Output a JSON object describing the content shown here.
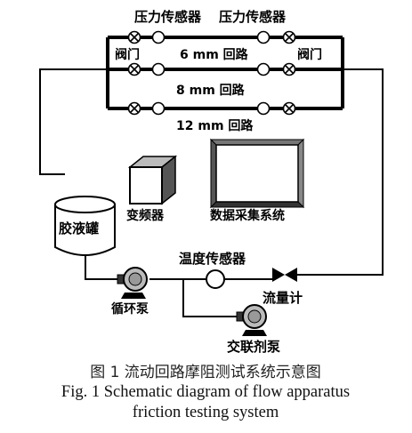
{
  "labels": {
    "pressure_sensor_left": "压力传感器",
    "pressure_sensor_right": "压力传感器",
    "valve_left": "阀门",
    "valve_right": "阀门",
    "loop_6mm": "6 mm 回路",
    "loop_8mm": "8 mm 回路",
    "loop_12mm": "12 mm 回路",
    "glue_tank": "胶液罐",
    "frequency_converter": "变频器",
    "data_acquisition": "数据采集系统",
    "temperature_sensor": "温度传感器",
    "circulation_pump": "循环泵",
    "flowmeter": "流量计",
    "crosslinker_pump": "交联剂泵"
  },
  "caption": {
    "cn": "图 1    流动回路摩阻测试系统示意图",
    "en_line1": "Fig. 1    Schematic diagram of flow apparatus",
    "en_line2": "friction testing system"
  },
  "icons": [
    "gauge-circle-icon",
    "cross-valve-icon",
    "tank-cylinder-icon",
    "cube-box-icon",
    "monitor-frame-icon",
    "pump-icon",
    "butterfly-valve-icon"
  ]
}
